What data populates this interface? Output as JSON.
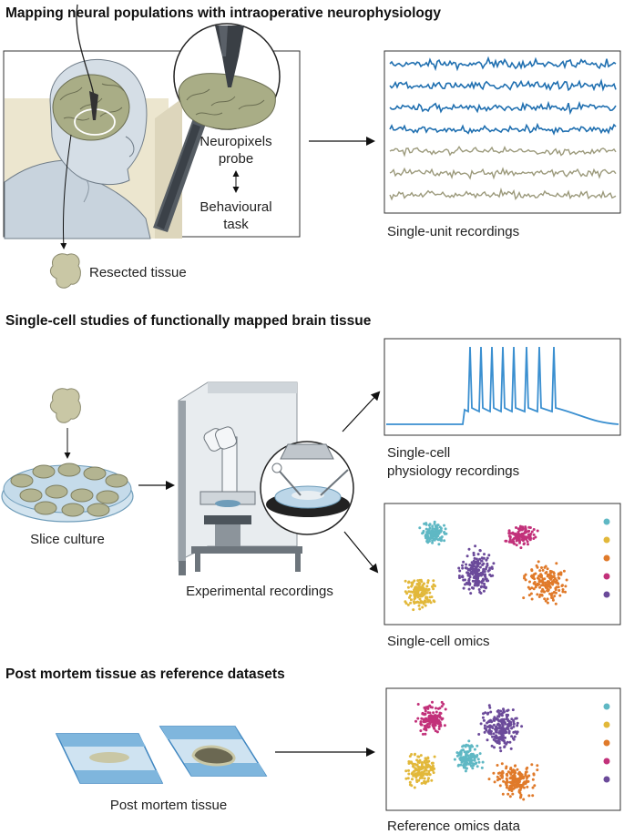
{
  "sections": [
    {
      "title": "Mapping neural populations with intraoperative neurophysiology"
    },
    {
      "title": "Single-cell studies of functionally mapped brain tissue"
    },
    {
      "title": "Post mortem tissue as reference datasets"
    }
  ],
  "labels": {
    "probe_line1": "Neuropixels",
    "probe_line2": "probe",
    "task_line1": "Behavioural",
    "task_line2": "task",
    "resected": "Resected tissue",
    "single_unit": "Single-unit recordings",
    "slice_culture": "Slice culture",
    "experimental": "Experimental recordings",
    "physio_line1": "Single-cell",
    "physio_line2": "physiology recordings",
    "omics": "Single-cell omics",
    "post_mortem": "Post mortem tissue",
    "reference_omics": "Reference omics data"
  },
  "colors": {
    "trace_blue": "#1f6fb0",
    "trace_olive": "#9c9a7c",
    "spike_blue": "#3a8fd0",
    "cluster_teal": "#5fb8c4",
    "cluster_magenta": "#c2317a",
    "cluster_purple": "#6b4a9a",
    "cluster_yellow": "#e2b83a",
    "cluster_orange": "#e07a2a",
    "tissue": "#c9c7a5",
    "frame": "#333333"
  },
  "icons": [
    "neuropixels-probe-icon",
    "head-icon",
    "monitor-icon",
    "tissue-icon",
    "petri-dish-icon",
    "microscope-icon",
    "glass-slide-icon",
    "arrow-icon"
  ]
}
